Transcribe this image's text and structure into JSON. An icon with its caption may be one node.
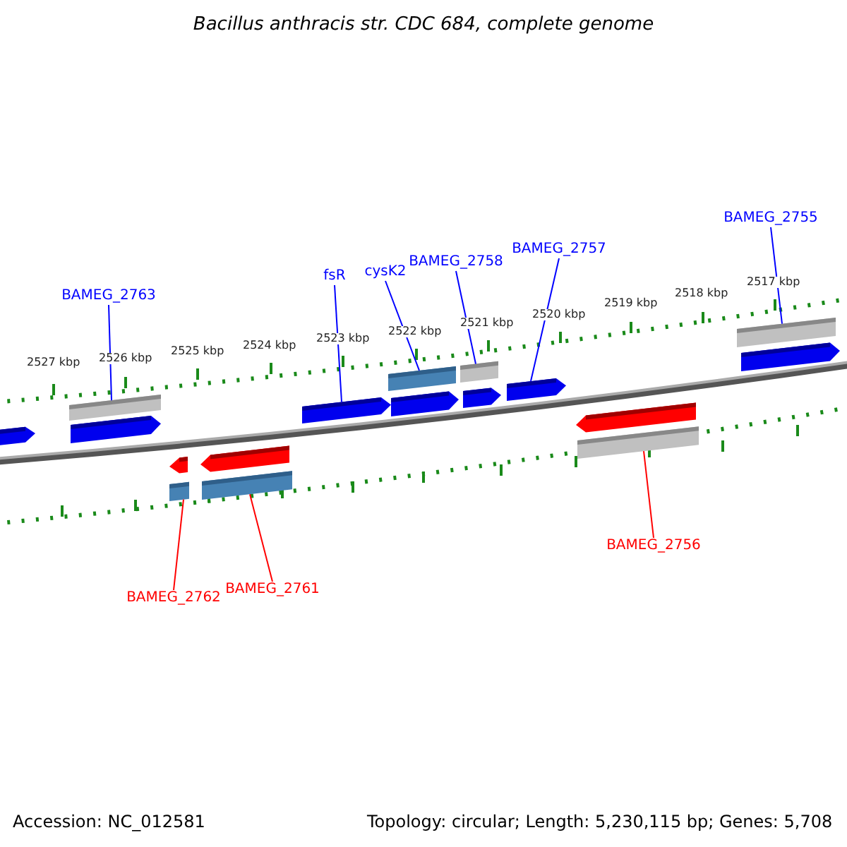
{
  "diagram": {
    "title": "Bacillus anthracis str. CDC 684, complete genome",
    "nodes": [
      {
        "text": [
          "BAMEG_2763"
        ]
      },
      {
        "text": [
          "fsR"
        ]
      },
      {
        "text": [
          "cysK2"
        ]
      },
      {
        "text": [
          "BAMEG_2758"
        ]
      },
      {
        "text": [
          "BAMEG_2757"
        ]
      },
      {
        "text": [
          "BAMEG_2755"
        ]
      },
      {
        "text": [
          "BAMEG_2762"
        ]
      },
      {
        "text": [
          "BAMEG_2761"
        ]
      },
      {
        "text": [
          "BAMEG_2756"
        ]
      },
      {
        "text": [],
        "shape": "arrow"
      },
      {
        "text": [],
        "shape": "bar"
      },
      {
        "text": [],
        "shape": "arrow"
      },
      {
        "text": [],
        "shape": "arrow"
      },
      {
        "text": [],
        "shape": "bar"
      },
      {
        "text": [],
        "shape": "arrow"
      },
      {
        "text": [],
        "shape": "bar"
      },
      {
        "text": [],
        "shape": "arrow"
      },
      {
        "text": [],
        "shape": "bar"
      },
      {
        "text": [],
        "shape": "arrow"
      },
      {
        "text": [],
        "shape": "bar"
      },
      {
        "text": [],
        "shape": "arrow"
      },
      {
        "text": [],
        "shape": "arrow"
      },
      {
        "text": [],
        "shape": "arrow"
      },
      {
        "text": [],
        "shape": "bar"
      },
      {
        "text": [],
        "shape": "bar"
      },
      {
        "text": [],
        "shape": "arrow"
      }
    ],
    "edges": [
      {
        "from": 0,
        "to": 10,
        "arrow": "none"
      },
      {
        "from": 1,
        "to": 16,
        "arrow": "none"
      },
      {
        "from": 2,
        "to": 17,
        "arrow": "none"
      },
      {
        "from": 3,
        "to": 19,
        "arrow": "none"
      },
      {
        "from": 4,
        "to": 21,
        "arrow": "none"
      },
      {
        "from": 5,
        "to": 24,
        "arrow": "none"
      },
      {
        "from": 6,
        "to": 13,
        "arrow": "none",
        "color": "#ff0000"
      },
      {
        "from": 7,
        "to": 15,
        "arrow": "none",
        "color": "#ff0000"
      },
      {
        "from": 8,
        "to": 23,
        "arrow": "none",
        "color": "#ff0000"
      }
    ],
    "labels": [
      "2527 kbp",
      "2526 kbp",
      "2525 kbp",
      "2524 kbp",
      "2523 kbp",
      "2522 kbp",
      "2521 kbp",
      "2520 kbp",
      "2519 kbp",
      "2518 kbp",
      "2517 kbp",
      "Accession: NC_012581",
      "Topology: circular; Length: 5,230,115 bp; Genes: 5,708"
    ]
  }
}
